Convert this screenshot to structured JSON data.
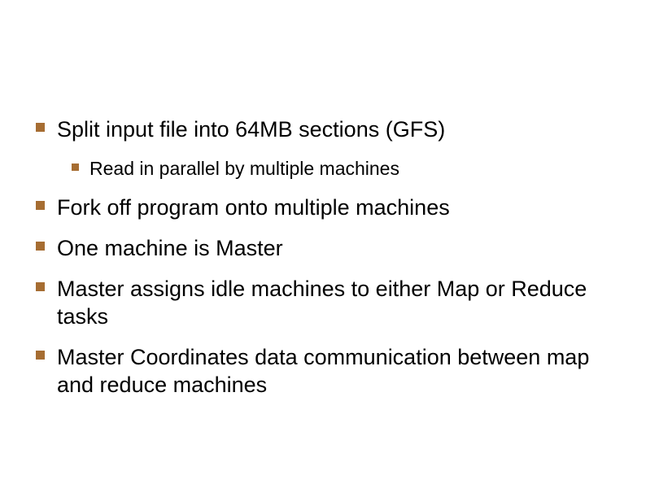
{
  "slide": {
    "background_color": "#ffffff",
    "text_color": "#000000",
    "bullet_square_color": "#a66d32",
    "bullets": [
      {
        "level": 1,
        "text": "Split input file into 64MB sections (GFS)"
      },
      {
        "level": 2,
        "text": "Read in parallel by multiple machines"
      },
      {
        "level": 1,
        "text": "Fork off program onto multiple machines"
      },
      {
        "level": 1,
        "text": "One machine is Master"
      },
      {
        "level": 1,
        "text": "Master assigns idle machines to either Map or Reduce tasks"
      },
      {
        "level": 1,
        "text": "Master Coordinates data communication between map and reduce machines"
      }
    ]
  }
}
